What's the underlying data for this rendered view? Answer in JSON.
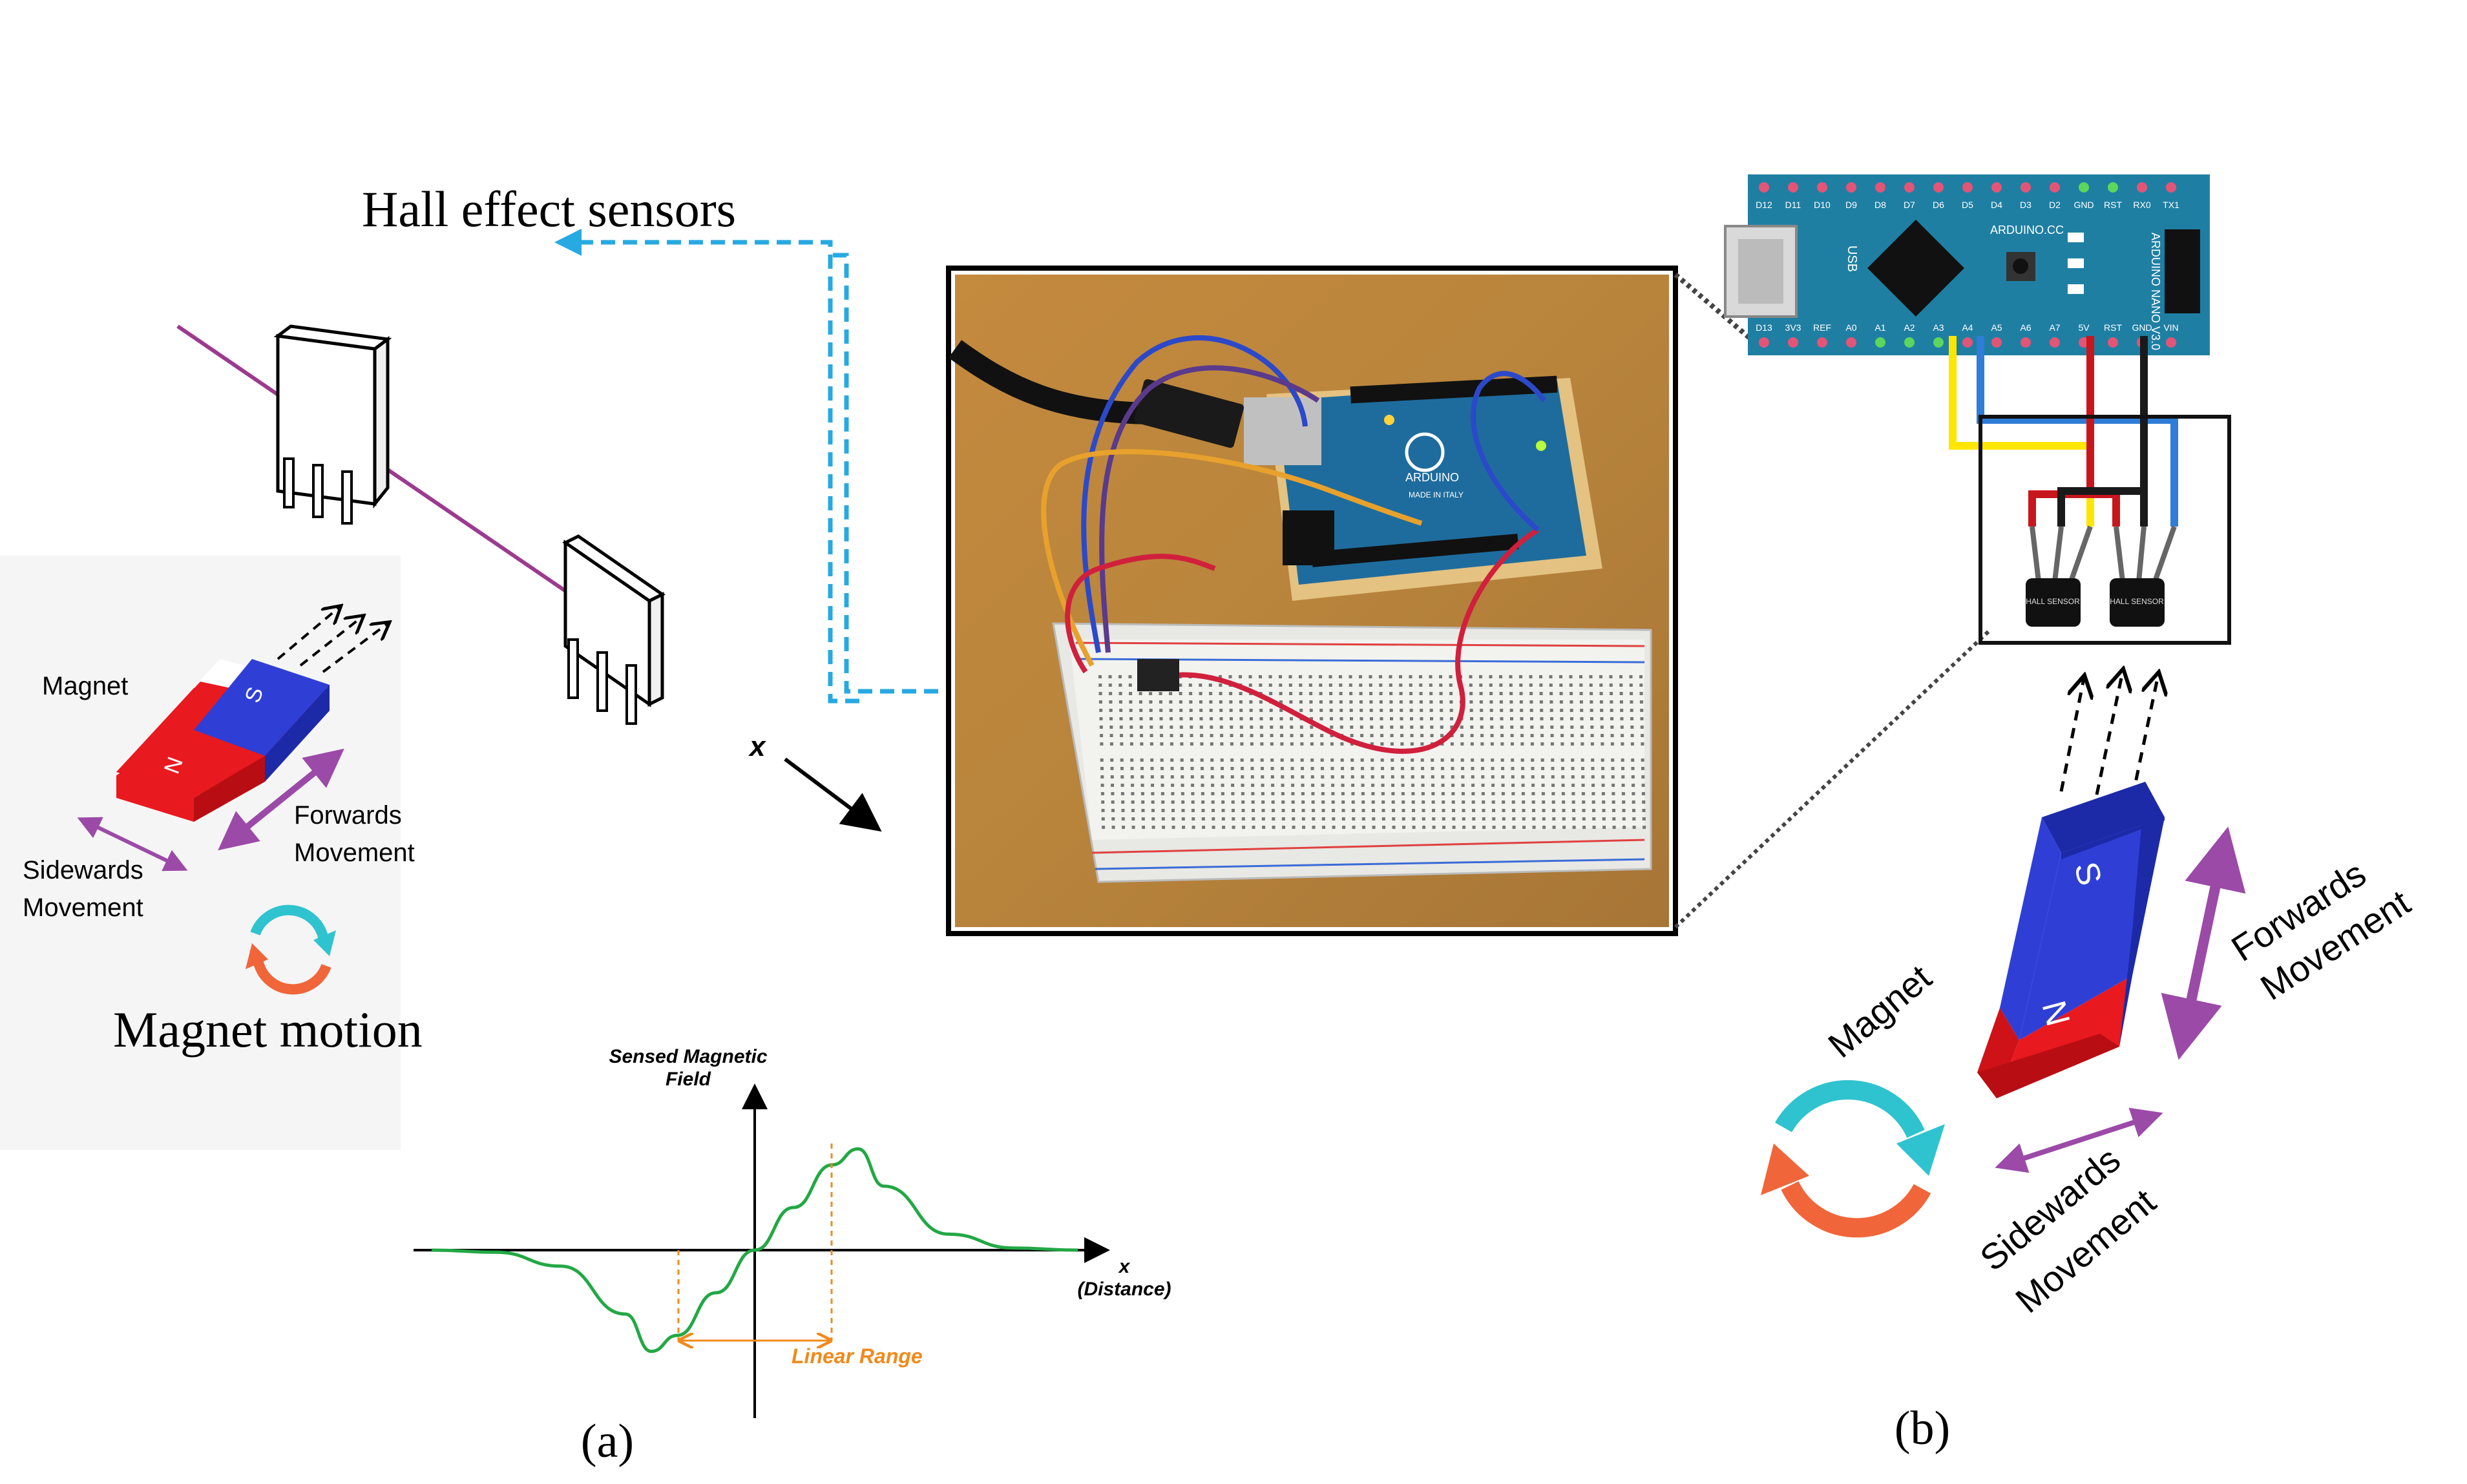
{
  "left": {
    "sensors_title": "Hall effect sensors",
    "magnet_label": "Magnet",
    "magnet_s": "S",
    "magnet_n": "N",
    "forwards_line1": "Forwards",
    "forwards_line2": "Movement",
    "sidewards_line1": "Sidewards",
    "sidewards_line2": "Movement",
    "x_axis_label": "x",
    "motion_title": "Magnet motion",
    "panel_label": "(a)"
  },
  "graph": {
    "ylabel_line1": "Sensed Magnetic",
    "ylabel_line2": "Field",
    "xlabel_line1": "x",
    "xlabel_line2": "(Distance)",
    "linear_range": "Linear Range"
  },
  "photo": {
    "board_text": "ARDUINO",
    "made_in": "MADE IN ITALY"
  },
  "right": {
    "board_name": "ARDUINO NANO V3.0",
    "board_brand": "ARDUINO.CC",
    "top_pins": [
      "D12",
      "D11",
      "D10",
      "D9",
      "D8",
      "D7",
      "D6",
      "D5",
      "D4",
      "D3",
      "D2",
      "GND",
      "RST",
      "RX0",
      "TX1"
    ],
    "bottom_pins": [
      "D13",
      "3V3",
      "REF",
      "A0",
      "A1",
      "A2",
      "A3",
      "A4",
      "A5",
      "A6",
      "A7",
      "5V",
      "RST",
      "GND",
      "VIN"
    ],
    "usb": "USB",
    "sensor_text": "HALL SENSOR",
    "magnet_label": "Magnet",
    "magnet_s": "S",
    "magnet_n": "N",
    "forwards_line1": "Forwards",
    "forwards_line2": "Movement",
    "sidewards_line1": "Sidewards",
    "sidewards_line2": "Movement",
    "panel_label": "(b)"
  },
  "colors": {
    "magnet_red": "#e8191f",
    "magnet_blue": "#2f3fd6",
    "purple": "#9b4aa8",
    "cyan": "#2fc3cf",
    "orange": "#f0653a",
    "curve_green": "#22a845",
    "dashed_blue": "#27a9e1",
    "board_blue": "#1f7fa3",
    "linear_orange": "#f08a1c"
  },
  "chart_data": {
    "type": "line",
    "title": "",
    "xlabel": "x (Distance)",
    "ylabel": "Sensed Magnetic Field",
    "annotations": [
      "Linear Range"
    ],
    "series": [
      {
        "x": [
          -5,
          -4,
          -3,
          -2,
          -1.6,
          -1.2,
          -0.6,
          0,
          0.6,
          1.2,
          1.6,
          2,
          3,
          4,
          5
        ],
        "y": [
          0,
          -0.02,
          -0.15,
          -0.6,
          -0.95,
          -0.8,
          -0.4,
          0,
          0.4,
          0.8,
          0.95,
          0.6,
          0.15,
          0.02,
          0
        ]
      }
    ]
  }
}
